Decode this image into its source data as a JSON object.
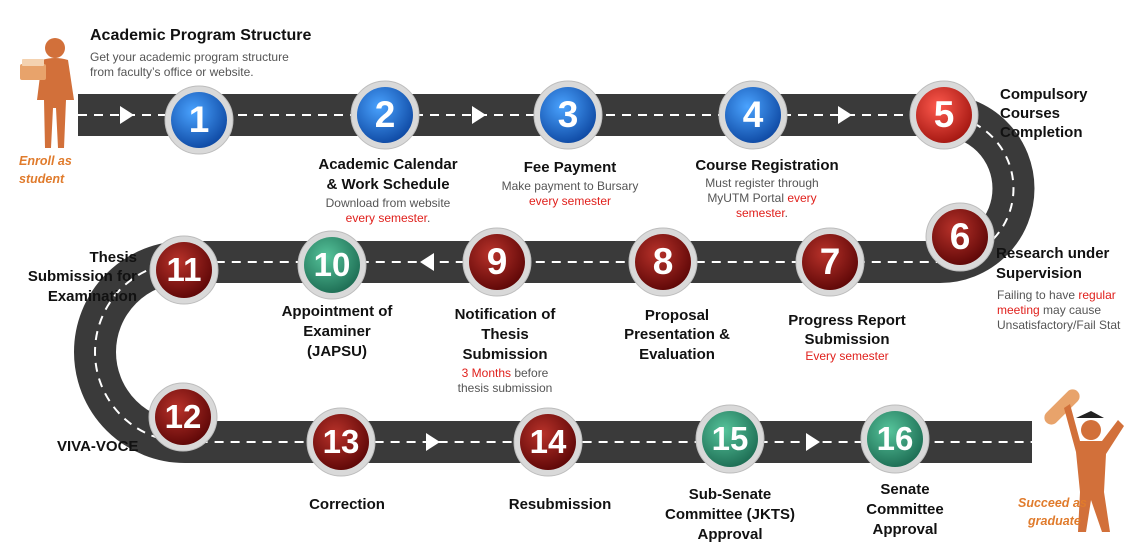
{
  "start": {
    "title": "Academic Program Structure",
    "desc1": "Get your academic program structure",
    "desc2": "from faculty’s office or website.",
    "tag1": "Enroll as",
    "tag2": "student"
  },
  "end": {
    "tag1": "Succeed as",
    "tag2": "graduate"
  },
  "colors": {
    "road": "#3a3a3a",
    "blue": "#1565c0",
    "red": "#b71c1c",
    "darkred": "#7a0e0e",
    "green": "#2e8b6e",
    "figure": "#d2703a"
  },
  "steps": [
    {
      "n": "1",
      "color": "blue"
    },
    {
      "n": "2",
      "color": "blue",
      "title1": "Academic Calendar",
      "title2": "& Work Schedule",
      "desc1": "Download from website",
      "desc2a": "every semester",
      "desc2b": "."
    },
    {
      "n": "3",
      "color": "blue",
      "title1": "Fee Payment",
      "desc1": "Make payment to Bursary",
      "desc2": "every semester"
    },
    {
      "n": "4",
      "color": "blue",
      "title1": "Course Registration",
      "desc1": "Must register through",
      "desc2a": "MyUTM Portal ",
      "desc2b": "every",
      "desc3a": "semester",
      "desc3b": "."
    },
    {
      "n": "5",
      "color": "red",
      "title1": "Compulsory",
      "title2": "Courses",
      "title3": "Completion"
    },
    {
      "n": "6",
      "color": "darkred",
      "title1": "Research under",
      "title2": "Supervision",
      "desc1a": "Failing to have ",
      "desc1b": "regular",
      "desc2a": "meeting",
      "desc2b": " may cause",
      "desc3": "Unsatisfactory/Fail Stat"
    },
    {
      "n": "7",
      "color": "darkred",
      "title1": "Progress Report",
      "title2": "Submission",
      "desc1": "Every semester"
    },
    {
      "n": "8",
      "color": "darkred",
      "title1": "Proposal",
      "title2": "Presentation &",
      "title3": "Evaluation"
    },
    {
      "n": "9",
      "color": "darkred",
      "title1": "Notification of",
      "title2": "Thesis",
      "title3": "Submission",
      "desc1a": "3 Months",
      "desc1b": " before",
      "desc2": "thesis submission"
    },
    {
      "n": "10",
      "color": "green",
      "title1": "Appointment of",
      "title2": "Examiner",
      "title3": "(JAPSU)"
    },
    {
      "n": "11",
      "color": "darkred",
      "title1": "Thesis",
      "title2": "Submission for",
      "title3": "Examination"
    },
    {
      "n": "12",
      "color": "darkred",
      "title1": "VIVA-VOCE"
    },
    {
      "n": "13",
      "color": "darkred",
      "title1": "Correction"
    },
    {
      "n": "14",
      "color": "darkred",
      "title1": "Resubmission"
    },
    {
      "n": "15",
      "color": "green",
      "title1": "Sub-Senate",
      "title2": "Committee (JKTS)",
      "title3": "Approval"
    },
    {
      "n": "16",
      "color": "green",
      "title1": "Senate",
      "title2": "Committee",
      "title3": "Approval"
    }
  ]
}
